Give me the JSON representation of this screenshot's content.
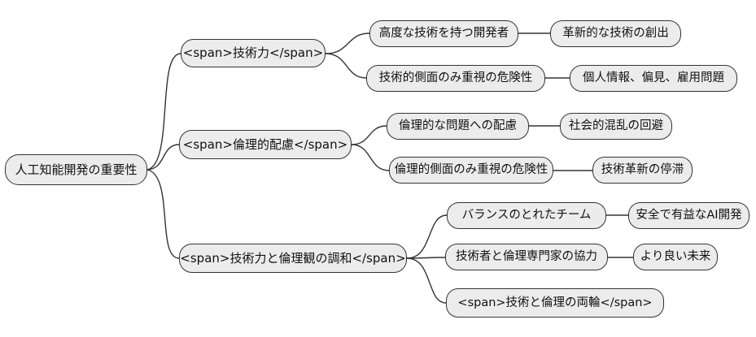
{
  "diagram": {
    "type": "mindmap",
    "background_color": "#ffffff",
    "node_fill_color": "#ececec",
    "node_border_color": "#333333",
    "edge_color": "#333333",
    "root": {
      "label": "人工知能開発の重要性"
    },
    "branches": [
      {
        "label": "<span>技術力</span>",
        "children": [
          {
            "label": "高度な技術を持つ開発者",
            "children": [
              {
                "label": "革新的な技術の創出"
              }
            ]
          },
          {
            "label": "技術的側面のみ重視の危険性",
            "children": [
              {
                "label": "個人情報、偏見、雇用問題"
              }
            ]
          }
        ]
      },
      {
        "label": "<span>倫理的配慮</span>",
        "children": [
          {
            "label": "倫理的な問題への配慮",
            "children": [
              {
                "label": "社会的混乱の回避"
              }
            ]
          },
          {
            "label": "倫理的側面のみ重視の危険性",
            "children": [
              {
                "label": "技術革新の停滞"
              }
            ]
          }
        ]
      },
      {
        "label": "<span>技術力と倫理観の調和</span>",
        "children": [
          {
            "label": "バランスのとれたチーム",
            "children": [
              {
                "label": "安全で有益なAI開発"
              }
            ]
          },
          {
            "label": "技術者と倫理専門家の協力",
            "children": [
              {
                "label": "より良い未来"
              }
            ]
          },
          {
            "label": "<span>技術と倫理の両輪</span>",
            "children": []
          }
        ]
      }
    ]
  }
}
